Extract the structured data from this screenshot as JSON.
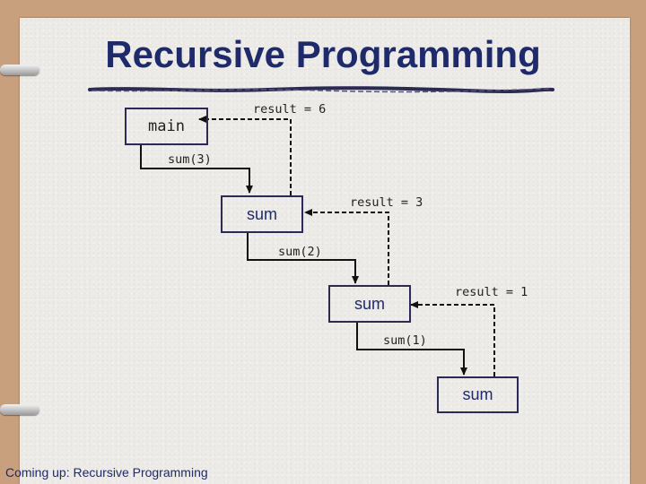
{
  "title": "Recursive Programming",
  "footer": "Coming up: Recursive Programming",
  "diagram": {
    "main_label": "main",
    "sum_label": "sum",
    "calls": [
      "sum(3)",
      "sum(2)",
      "sum(1)"
    ],
    "results": [
      "result = 6",
      "result = 3",
      "result = 1"
    ]
  },
  "colors": {
    "title": "#1f2a6a",
    "box_border": "#2a2a52",
    "slide_bg": "#ecebe7",
    "frame_bg": "#c9a07e"
  }
}
